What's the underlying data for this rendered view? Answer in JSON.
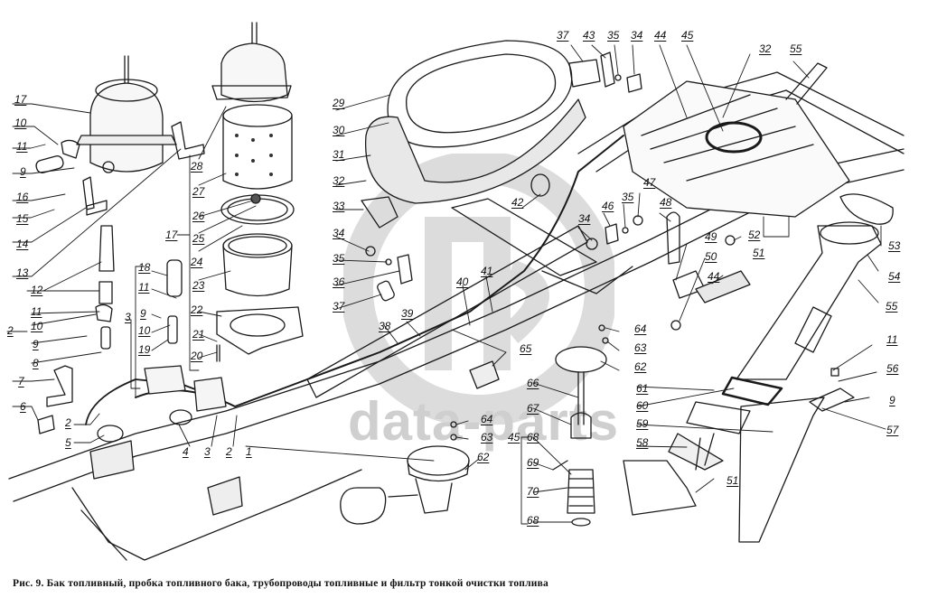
{
  "figure": {
    "caption": "Рис. 9. Бак топливный, пробка топливного бака, трубопроводы топливные и фильтр тонкой очистки топлива",
    "watermark": {
      "text": "data-parts",
      "logo": "gd-logo-icon"
    }
  },
  "callouts": [
    {
      "id": "17a",
      "text": "17"
    },
    {
      "id": "10a",
      "text": "10"
    },
    {
      "id": "11a",
      "text": "11"
    },
    {
      "id": "9a",
      "text": "9"
    },
    {
      "id": "16",
      "text": "16"
    },
    {
      "id": "15",
      "text": "15"
    },
    {
      "id": "14",
      "text": "14"
    },
    {
      "id": "13",
      "text": "13"
    },
    {
      "id": "12",
      "text": "12"
    },
    {
      "id": "11b",
      "text": "11"
    },
    {
      "id": "2a",
      "text": "2"
    },
    {
      "id": "10b",
      "text": "10"
    },
    {
      "id": "9b",
      "text": "9"
    },
    {
      "id": "8",
      "text": "8"
    },
    {
      "id": "7",
      "text": "7"
    },
    {
      "id": "6",
      "text": "6"
    },
    {
      "id": "2b",
      "text": "2"
    },
    {
      "id": "5",
      "text": "5"
    },
    {
      "id": "4",
      "text": "4"
    },
    {
      "id": "3a",
      "text": "3"
    },
    {
      "id": "2c",
      "text": "2"
    },
    {
      "id": "1",
      "text": "1"
    },
    {
      "id": "3b",
      "text": "3"
    },
    {
      "id": "18",
      "text": "18"
    },
    {
      "id": "11c",
      "text": "11"
    },
    {
      "id": "9c",
      "text": "9"
    },
    {
      "id": "10c",
      "text": "10"
    },
    {
      "id": "19",
      "text": "19"
    },
    {
      "id": "17b",
      "text": "17"
    },
    {
      "id": "28",
      "text": "28"
    },
    {
      "id": "27",
      "text": "27"
    },
    {
      "id": "26",
      "text": "26"
    },
    {
      "id": "25",
      "text": "25"
    },
    {
      "id": "24",
      "text": "24"
    },
    {
      "id": "23",
      "text": "23"
    },
    {
      "id": "22",
      "text": "22"
    },
    {
      "id": "21",
      "text": "21"
    },
    {
      "id": "20",
      "text": "20"
    },
    {
      "id": "29",
      "text": "29"
    },
    {
      "id": "30",
      "text": "30"
    },
    {
      "id": "31",
      "text": "31"
    },
    {
      "id": "32a",
      "text": "32"
    },
    {
      "id": "33",
      "text": "33"
    },
    {
      "id": "34a",
      "text": "34"
    },
    {
      "id": "35a",
      "text": "35"
    },
    {
      "id": "36",
      "text": "36"
    },
    {
      "id": "37a",
      "text": "37"
    },
    {
      "id": "38",
      "text": "38"
    },
    {
      "id": "39",
      "text": "39"
    },
    {
      "id": "40",
      "text": "40"
    },
    {
      "id": "41",
      "text": "41"
    },
    {
      "id": "42",
      "text": "42"
    },
    {
      "id": "65",
      "text": "65"
    },
    {
      "id": "37b",
      "text": "37"
    },
    {
      "id": "43",
      "text": "43"
    },
    {
      "id": "35b",
      "text": "35"
    },
    {
      "id": "34b",
      "text": "34"
    },
    {
      "id": "44a",
      "text": "44"
    },
    {
      "id": "45a",
      "text": "45"
    },
    {
      "id": "32b",
      "text": "32"
    },
    {
      "id": "55a",
      "text": "55"
    },
    {
      "id": "34c",
      "text": "34"
    },
    {
      "id": "46",
      "text": "46"
    },
    {
      "id": "35c",
      "text": "35"
    },
    {
      "id": "47",
      "text": "47"
    },
    {
      "id": "48",
      "text": "48"
    },
    {
      "id": "49",
      "text": "49"
    },
    {
      "id": "50",
      "text": "50"
    },
    {
      "id": "44b",
      "text": "44"
    },
    {
      "id": "52",
      "text": "52"
    },
    {
      "id": "51a",
      "text": "51"
    },
    {
      "id": "53",
      "text": "53"
    },
    {
      "id": "54",
      "text": "54"
    },
    {
      "id": "55b",
      "text": "55"
    },
    {
      "id": "11d",
      "text": "11"
    },
    {
      "id": "56",
      "text": "56"
    },
    {
      "id": "9d",
      "text": "9"
    },
    {
      "id": "57",
      "text": "57"
    },
    {
      "id": "64a",
      "text": "64"
    },
    {
      "id": "63a",
      "text": "63"
    },
    {
      "id": "62a",
      "text": "62"
    },
    {
      "id": "61",
      "text": "61"
    },
    {
      "id": "60",
      "text": "60"
    },
    {
      "id": "59",
      "text": "59"
    },
    {
      "id": "58",
      "text": "58"
    },
    {
      "id": "51b",
      "text": "51"
    },
    {
      "id": "66",
      "text": "66"
    },
    {
      "id": "67",
      "text": "67"
    },
    {
      "id": "45b",
      "text": "45"
    },
    {
      "id": "68a",
      "text": "68"
    },
    {
      "id": "69",
      "text": "69"
    },
    {
      "id": "70",
      "text": "70"
    },
    {
      "id": "68b",
      "text": "68"
    },
    {
      "id": "64b",
      "text": "64"
    },
    {
      "id": "63b",
      "text": "63"
    },
    {
      "id": "62b",
      "text": "62"
    }
  ]
}
